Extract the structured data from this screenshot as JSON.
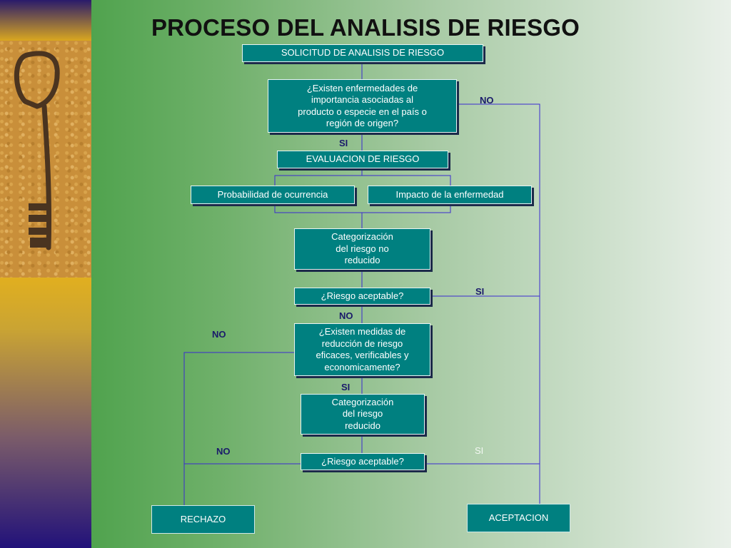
{
  "title": "PROCESO DEL ANALISIS DE RIESGO",
  "boxes": {
    "solicitud": "SOLICITUD DE ANALISIS DE RIESGO",
    "existen_enfermedades": "¿Existen enfermedades de\nimportancia asociadas al\nproducto o especie en el país o\nregión de origen?",
    "evaluacion": "EVALUACION DE RIESGO",
    "probabilidad": "Probabilidad de ocurrencia",
    "impacto": "Impacto de la enfermedad",
    "cat_no_reducido": "Categorización\ndel riesgo no\nreducido",
    "riesgo_aceptable_1": "¿Riesgo aceptable?",
    "medidas": "¿Existen  medidas de\nreducción de riesgo\neficaces, verificables y\neconomicamente?",
    "cat_reducido": "Categorización\ndel riesgo\nreducido",
    "riesgo_aceptable_2": "¿Riesgo aceptable?",
    "rechazo": "RECHAZO",
    "aceptacion": "ACEPTACION"
  },
  "labels": {
    "no_1": "NO",
    "si_1": "SI",
    "si_2": "SI",
    "no_2": "NO",
    "no_3": "NO",
    "si_3": "SI",
    "no_4": "NO",
    "si_4": "SI"
  },
  "colors": {
    "box_fill": "#008080",
    "connector": "#3a2bd0",
    "label": "#1a1a6a"
  }
}
